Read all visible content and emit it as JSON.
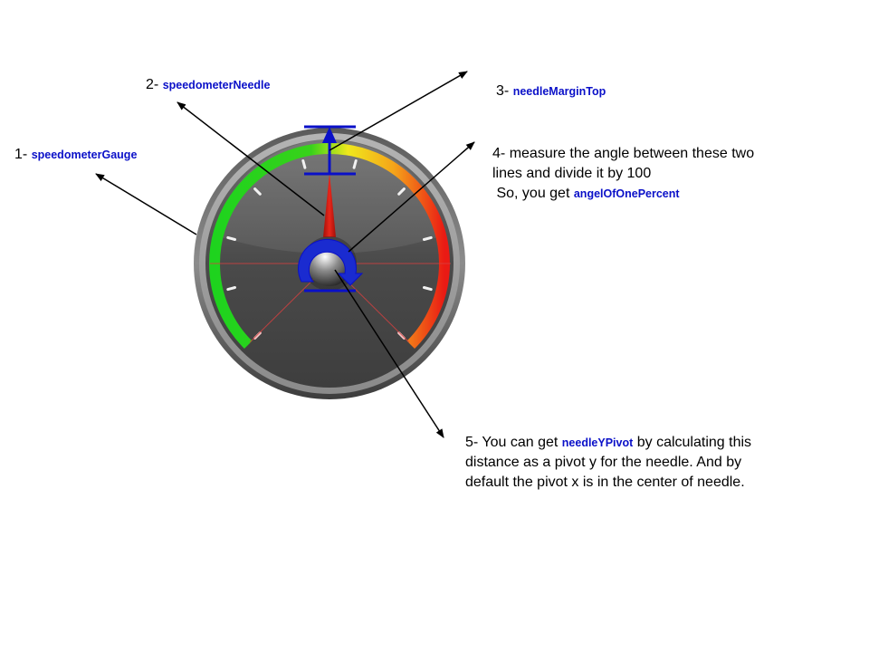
{
  "callouts": [
    {
      "number": "1-",
      "code": "speedometerGauge"
    },
    {
      "number": "2-",
      "code": "speedometerNeedle"
    },
    {
      "number": "3-",
      "code": "needleMarginTop"
    },
    {
      "number": "4-",
      "text_line1": "measure the angle between these two",
      "text_line2": "lines and divide it by 100",
      "text_line3": "So, you get",
      "code": "angelOfOnePercent"
    },
    {
      "number": "5-",
      "text_before": "You can get",
      "code": "needleYPivot",
      "text_after": "by calculating this",
      "text_line2": "distance as a pivot y for the needle. And by",
      "text_line3": "default the pivot x is in the center of needle."
    }
  ],
  "colors": {
    "annotation_blue": "#0a10c8",
    "needle_red": "#d51a0f",
    "gauge_bezel": "#9a9a9a",
    "gauge_face": "#505050",
    "arc_gradient": [
      "#1ed31e",
      "#efe81c",
      "#f5a41a",
      "#ea1a14"
    ]
  },
  "icons": [
    "speedometer-gauge",
    "needle",
    "blue-curved-arrow",
    "pivot-hub"
  ]
}
